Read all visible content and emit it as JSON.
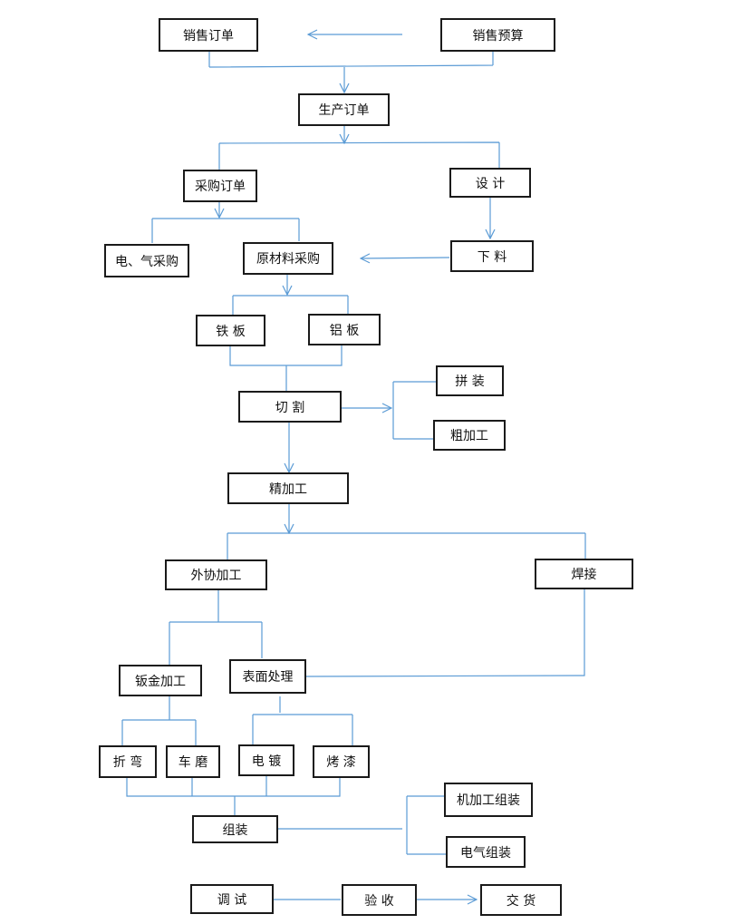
{
  "nodes": {
    "sales_order": "销售订单",
    "sales_budget": "销售预算",
    "production_order": "生产订单",
    "purchase_order": "采购订单",
    "design": "设 计",
    "electrical_purchase": "电、气采购",
    "raw_material_purchase": "原材料采购",
    "blanking": "下 料",
    "iron_plate": "铁 板",
    "aluminum_plate": "铝 板",
    "cutting": "切   割",
    "assembling": "拼 装",
    "rough_machining": "粗加工",
    "finish_machining": "精加工",
    "outsourced_processing": "外协加工",
    "welding": "焊接",
    "sheet_metal": "钣金加工",
    "surface_treatment": "表面处理",
    "bending": "折 弯",
    "grinding": "车 磨",
    "electroplating": "电 镀",
    "painting": "烤 漆",
    "machining_assembly": "机加工组装",
    "electrical_assembly": "电气组装",
    "assembly": "组装",
    "debugging": "调 试",
    "acceptance": "验 收",
    "delivery": "交 货"
  },
  "colors": {
    "connector": "#5b9bd5",
    "border": "#1a1a1a",
    "text": "#111111"
  }
}
